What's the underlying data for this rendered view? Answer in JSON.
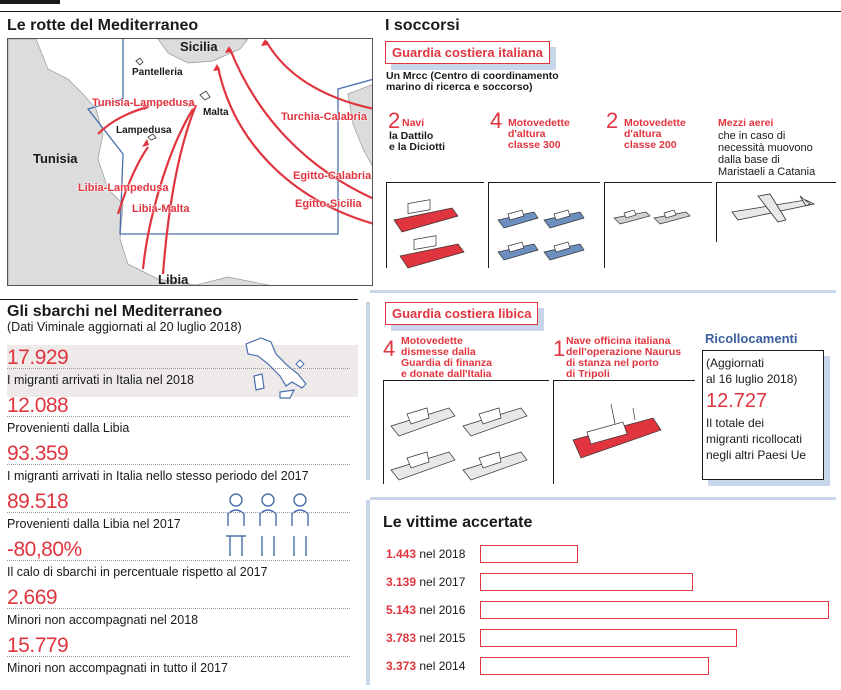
{
  "map": {
    "title": "Le rotte del Mediterraneo",
    "places": {
      "sicilia": "Sicilia",
      "pantelleria": "Pantelleria",
      "lampedusa": "Lampedusa",
      "malta": "Malta",
      "tunisia": "Tunisia",
      "libia": "Libia"
    },
    "routes": {
      "tun_lamp": "Tunisia-Lampedusa",
      "lib_lamp": "Libia-Lampedusa",
      "lib_malta": "Libia-Malta",
      "tur_cal": "Turchia-Calabria",
      "egi_cal": "Egitto-Calabria",
      "egi_sic": "Egitto-Sicilia"
    }
  },
  "sbarchi": {
    "title": "Gli sbarchi nel Mediterraneo",
    "subtitle": "(Dati Viminale aggiornati al 20 luglio 2018)",
    "stats": [
      {
        "value": "17.929",
        "label": "I migranti arrivati in Italia nel 2018"
      },
      {
        "value": "12.088",
        "label": "Provenienti dalla Libia"
      },
      {
        "value": "93.359",
        "label": "I migranti arrivati in Italia nello stesso periodo del 2017"
      },
      {
        "value": "89.518",
        "label": "Provenienti dalla Libia nel 2017"
      },
      {
        "value": "-80,80%",
        "label": "Il calo di sbarchi in percentuale rispetto al 2017"
      },
      {
        "value": "2.669",
        "label": "Minori non accompagnati nel 2018"
      },
      {
        "value": "15.779",
        "label": "Minori non accompagnati in tutto il 2017"
      }
    ]
  },
  "soccorsi": {
    "title": "I soccorsi",
    "italiana": {
      "tag": "Guardia costiera italiana",
      "mrcc_line1": "Un Mrcc (Centro di coordinamento",
      "mrcc_line2": "marino di ricerca e soccorso)",
      "navi": {
        "count": "2",
        "title": "Navi",
        "detail1": "la Dattilo",
        "detail2": "e la Diciotti"
      },
      "m300": {
        "count": "4",
        "line1": "Motovedette",
        "line2": "d'altura",
        "line3": "classe 300"
      },
      "m200": {
        "count": "2",
        "line1": "Motovedette",
        "line2": "d'altura",
        "line3": "classe 200"
      },
      "aerei": {
        "title": "Mezzi aerei",
        "l1": "che in caso di",
        "l2": "necessità muovono",
        "l3": "dalla base di",
        "l4": "Maristaeli a Catania"
      }
    },
    "libica": {
      "tag": "Guardia costiera libica",
      "motov": {
        "count": "4",
        "l1": "Motovedette",
        "l2": "dismesse dalla",
        "l3": "Guardia di finanza",
        "l4": "e donate dall'Italia"
      },
      "officina": {
        "count": "1",
        "l1": "Nave officina italiana",
        "l2": "dell'operazione Naurus",
        "l3": "di stanza nel porto",
        "l4": "di Tripoli"
      }
    },
    "ricollocamenti": {
      "title": "Ricollocamenti",
      "l1": "(Aggiornati",
      "l2": "al 16 luglio 2018)",
      "value": "12.727",
      "d1": "Il totale dei",
      "d2": "migranti ricollocati",
      "d3": "negli altri Paesi Ue"
    }
  },
  "vittime": {
    "title": "Le vittime accertate",
    "rows": [
      {
        "value": "1.443",
        "year": "nel 2018",
        "n": 1443
      },
      {
        "value": "3.139",
        "year": "nel 2017",
        "n": 3139
      },
      {
        "value": "5.143",
        "year": "nel 2016",
        "n": 5143
      },
      {
        "value": "3.783",
        "year": "nel 2015",
        "n": 3783
      },
      {
        "value": "3.373",
        "year": "nel 2014",
        "n": 3373
      }
    ]
  },
  "colors": {
    "accent": "#e0353f",
    "shade": "#c8d6ea",
    "land": "#dcdcdc",
    "sea": "#ffffff",
    "boat_blue": "#6d8fbf"
  }
}
